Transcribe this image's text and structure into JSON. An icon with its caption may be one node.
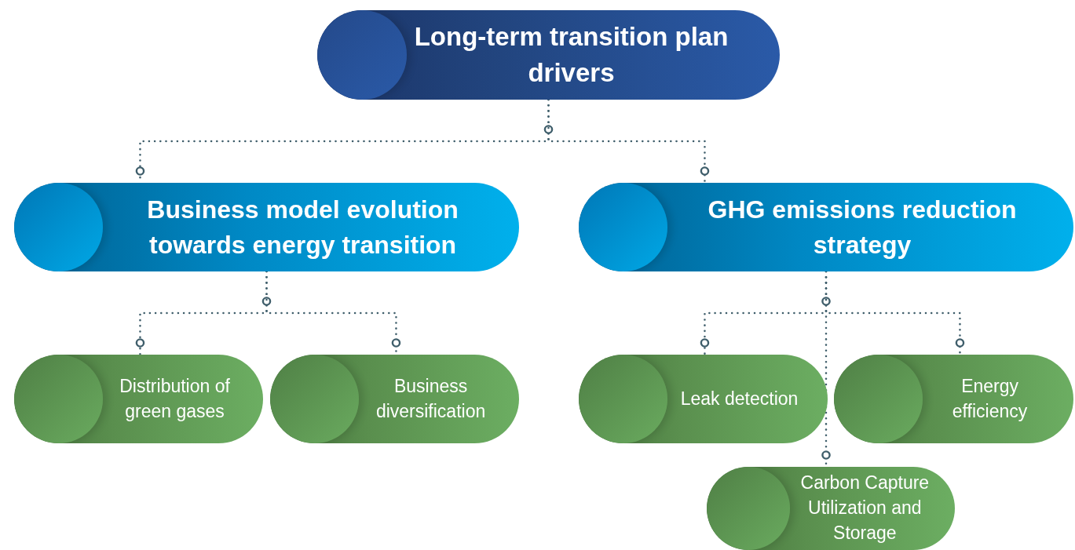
{
  "diagram": {
    "nodes": [
      {
        "text": [
          "Long-term transition plan drivers"
        ]
      },
      {
        "text": [
          "Business model evolution towards energy transition"
        ]
      },
      {
        "text": [
          "GHG emissions reduction strategy"
        ]
      },
      {
        "text": [
          "Distribution of green gases"
        ]
      },
      {
        "text": [
          "Business diversification"
        ]
      },
      {
        "text": [
          "Leak detection"
        ]
      },
      {
        "text": [
          "Energy efficiency"
        ]
      },
      {
        "text": [
          "Carbon Capture Utilization and Storage"
        ]
      }
    ],
    "edges": [
      {
        "from": 0,
        "to": 1,
        "arrow": "other",
        "style": "dashed"
      },
      {
        "from": 0,
        "to": 2,
        "arrow": "other",
        "style": "dashed"
      },
      {
        "from": 1,
        "to": 3,
        "arrow": "other",
        "style": "dashed"
      },
      {
        "from": 1,
        "to": 4,
        "arrow": "other",
        "style": "dashed"
      },
      {
        "from": 2,
        "to": 5,
        "arrow": "other",
        "style": "dashed"
      },
      {
        "from": 2,
        "to": 6,
        "arrow": "other",
        "style": "dashed"
      },
      {
        "from": 2,
        "to": 7,
        "arrow": "other",
        "style": "dashed"
      }
    ]
  }
}
